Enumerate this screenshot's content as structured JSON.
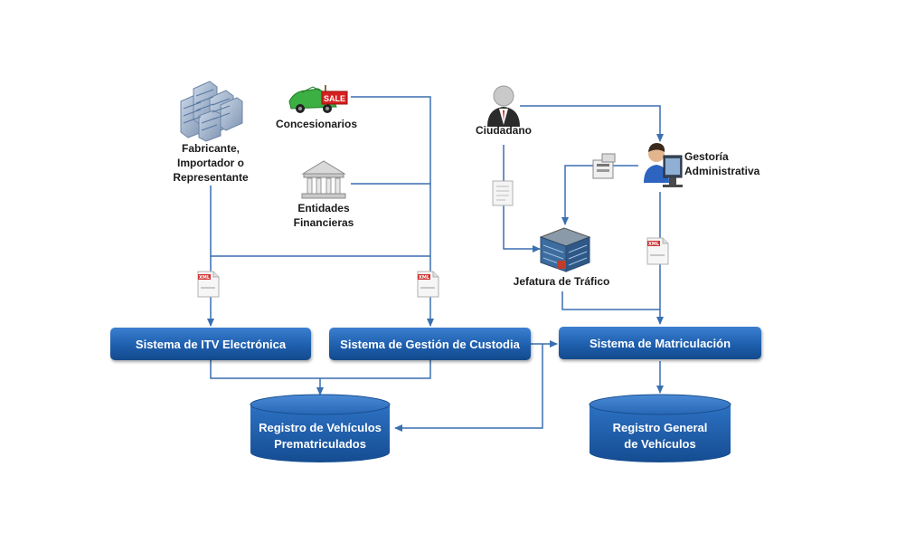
{
  "actors": {
    "fabricante": [
      "Fabricante,",
      "Importador o",
      "Representante"
    ],
    "concesionarios": "Concesionarios",
    "entidades": [
      "Entidades",
      "Financieras"
    ],
    "ciudadano": "Ciudadano",
    "gestoria": [
      "Gestoría",
      "Administrativa"
    ],
    "jefatura": "Jefatura de Tráfico"
  },
  "systems": {
    "itv": "Sistema de ITV Electrónica",
    "custodia": "Sistema de Gestión de Custodia",
    "matriculacion": "Sistema de Matriculación"
  },
  "databases": {
    "prematriculados": [
      "Registro de Vehículos",
      "Prematriculados"
    ],
    "general": [
      "Registro General",
      "de Vehículos"
    ]
  },
  "icon_text": {
    "sale": "SALE",
    "xml": "XML"
  },
  "colors": {
    "connector": "#3a6fb0",
    "system_fill": "#1e5fae",
    "database_fill": "#1a5bab"
  }
}
